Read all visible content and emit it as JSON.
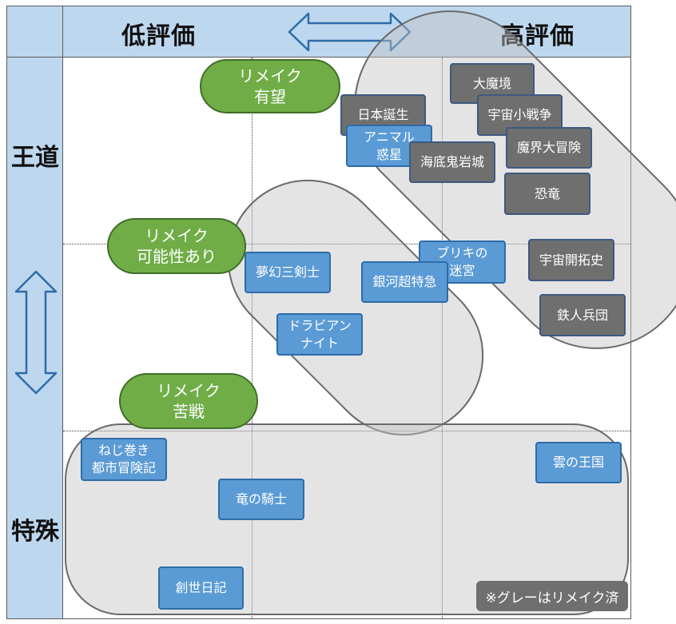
{
  "axis": {
    "left_label": "低評価",
    "right_label": "高評価",
    "top_label": "王道",
    "bottom_label": "特殊"
  },
  "remake_categories": {
    "promising": "リメイク\n有望",
    "possible": "リメイク\n可能性あり",
    "tough": "リメイク\n苦戦"
  },
  "titles": {
    "daimakyo": "大魔境",
    "nihon_tanjo": "日本誕生",
    "uchu_shosenso": "宇宙小戦争",
    "animal_wakusei": "アニマル\n惑星",
    "makai_daiboken": "魔界大冒険",
    "kaitei_kiganjo": "海底鬼岩城",
    "kyoryu": "恐竜",
    "buriki_meikyu": "ブリキの\n迷宮",
    "uchu_kaitakushi": "宇宙開拓史",
    "mugen_sankenshi": "夢幻三剣士",
    "ginga_chotokkyu": "銀河超特急",
    "tetsujin_heidan": "鉄人兵団",
    "dorabian_naito": "ドラビアン\nナイト",
    "nejimaki_toshi": "ねじ巻き\n都市冒険記",
    "kumo_no_okoku": "雲の王国",
    "ryu_no_kishi": "竜の騎士",
    "sosei_nikki": "創世日記"
  },
  "note": "※グレーはリメイク済",
  "colors": {
    "header_bg": "#bdd7ee",
    "remade_gray": "#6f6f6f",
    "not_remade_blue": "#5b9bd5",
    "category_green": "#70ad47"
  }
}
